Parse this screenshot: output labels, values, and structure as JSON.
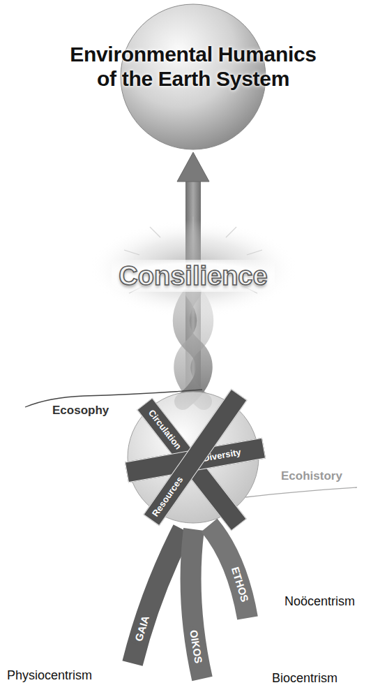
{
  "diagram": {
    "nodes": [
      {
        "text": [
          "Environmental Humanics of the Earth System"
        ]
      },
      {
        "text": [
          "Ecosophy",
          "Ecohistory"
        ]
      },
      {
        "text": [
          "Circulation"
        ],
        "in": 1
      },
      {
        "text": [
          "Diversity"
        ],
        "in": 1
      },
      {
        "text": [
          "Resources"
        ],
        "in": 1
      },
      {
        "text": [
          "ETHOS"
        ]
      },
      {
        "text": [
          "Noöcentrism"
        ]
      },
      {
        "text": [
          "GAIA"
        ]
      },
      {
        "text": [
          "OIKOS"
        ]
      },
      {
        "text": [
          "Physiocentrism"
        ]
      },
      {
        "text": [
          "Biocentrism"
        ]
      }
    ],
    "edges": [
      {
        "from": 1,
        "to": 0,
        "arrow": "to",
        "label": "Consilience"
      }
    ]
  }
}
